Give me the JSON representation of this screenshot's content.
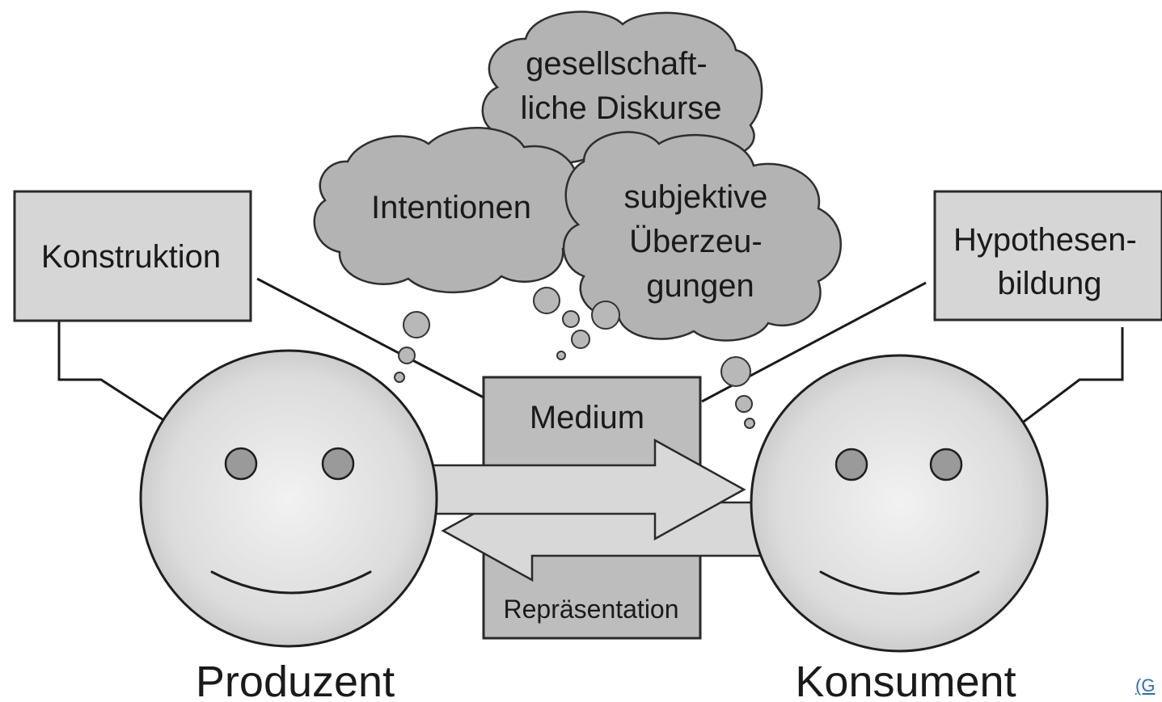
{
  "diagram": {
    "left_box": {
      "label": "Konstruktion"
    },
    "right_box": {
      "lines": [
        "Hypothesen-",
        "bildung"
      ]
    },
    "clouds": {
      "society": {
        "lines": [
          "gesellschaft-",
          "liche Diskurse"
        ]
      },
      "intentions": {
        "lines": [
          "Intentionen"
        ]
      },
      "beliefs": {
        "lines": [
          "subjektive",
          "Überzeu-",
          "gungen"
        ]
      }
    },
    "medium": {
      "title": "Medium",
      "subtitle": "Repräsentation"
    },
    "producer": {
      "label": "Produzent"
    },
    "consumer": {
      "label": "Konsument"
    }
  },
  "source_link": {
    "text": "(G"
  }
}
